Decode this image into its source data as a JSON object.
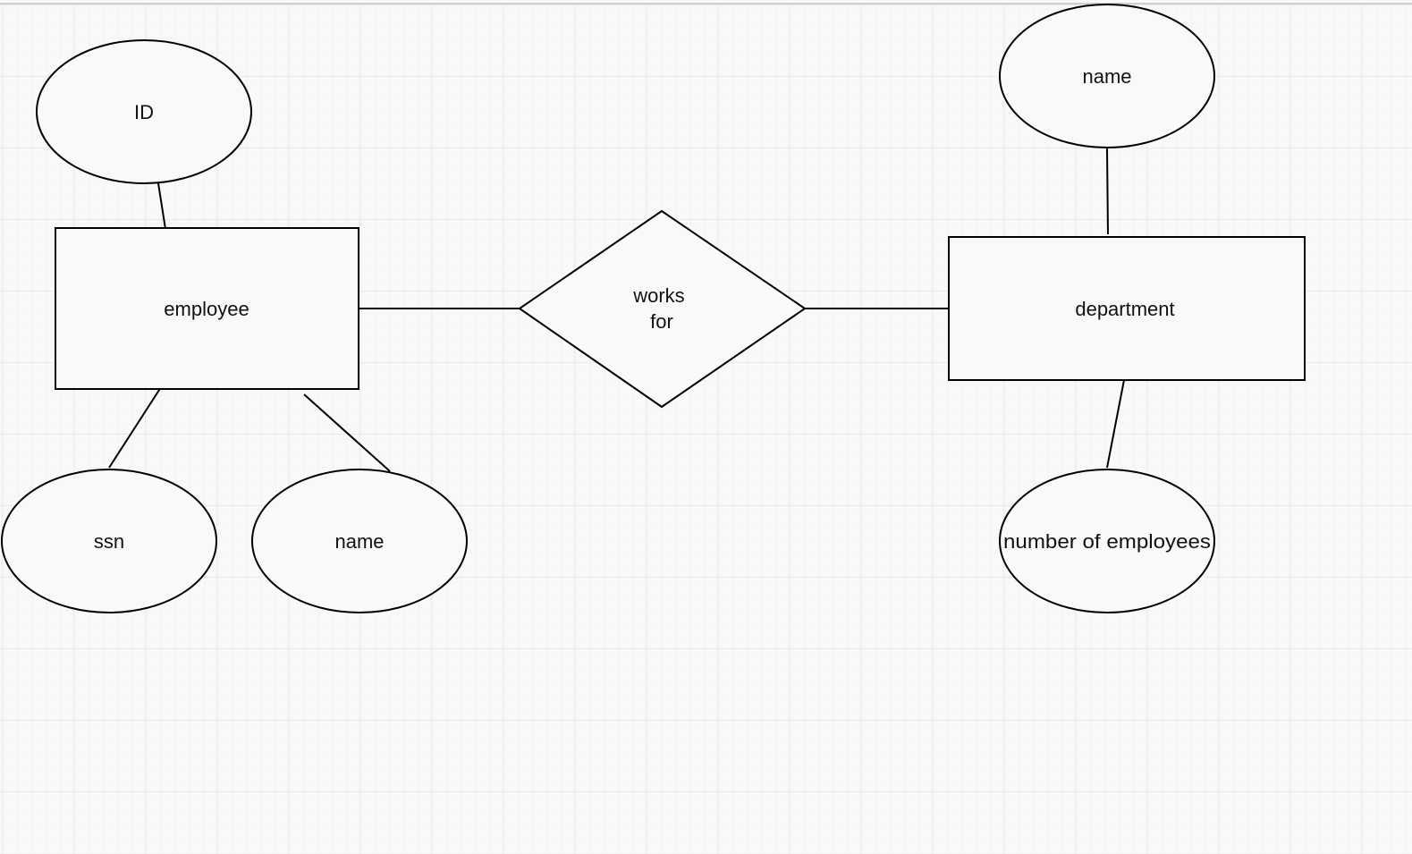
{
  "diagram": {
    "type": "entity-relationship",
    "entities": [
      {
        "id": "employee",
        "label": "employee"
      },
      {
        "id": "department",
        "label": "department"
      }
    ],
    "relationships": [
      {
        "id": "works_for",
        "label_lines": [
          "works",
          "for"
        ],
        "connects": [
          "employee",
          "department"
        ]
      }
    ],
    "attributes": [
      {
        "id": "emp_id",
        "label": "ID",
        "of": "employee"
      },
      {
        "id": "emp_ssn",
        "label": "ssn",
        "of": "employee"
      },
      {
        "id": "emp_name",
        "label": "name",
        "of": "employee"
      },
      {
        "id": "dept_name",
        "label": "name",
        "of": "department"
      },
      {
        "id": "dept_num",
        "label": "number of employees",
        "of": "department"
      }
    ]
  },
  "colors": {
    "background": "#f9faf7",
    "grid_major": "#d9d9d9",
    "grid_minor": "#eeeeee",
    "stroke": "#000000"
  }
}
